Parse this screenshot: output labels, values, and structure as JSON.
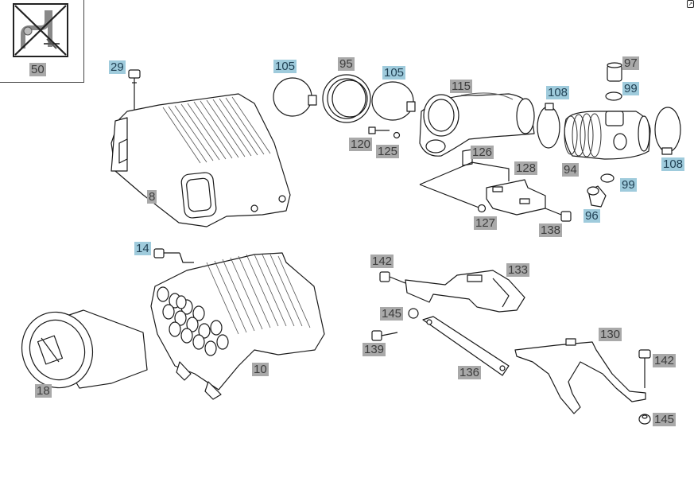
{
  "colors": {
    "highlight": "#9fcbdc",
    "standard": "#a9a9a9",
    "line": "#1a1a1a"
  },
  "icons": {
    "inset": "no-hose-symbol-icon",
    "corner": "export-icon"
  },
  "callouts": [
    {
      "id": "50",
      "text": "50",
      "highlight": false
    },
    {
      "id": "29",
      "text": "29",
      "highlight": true
    },
    {
      "id": "8",
      "text": "8",
      "highlight": false
    },
    {
      "id": "105a",
      "text": "105",
      "highlight": true
    },
    {
      "id": "95",
      "text": "95",
      "highlight": false
    },
    {
      "id": "105b",
      "text": "105",
      "highlight": true
    },
    {
      "id": "115",
      "text": "115",
      "highlight": false
    },
    {
      "id": "120",
      "text": "120",
      "highlight": false
    },
    {
      "id": "125",
      "text": "125",
      "highlight": false
    },
    {
      "id": "126",
      "text": "126",
      "highlight": false
    },
    {
      "id": "128",
      "text": "128",
      "highlight": false
    },
    {
      "id": "127",
      "text": "127",
      "highlight": false
    },
    {
      "id": "138",
      "text": "138",
      "highlight": false
    },
    {
      "id": "97",
      "text": "97",
      "highlight": false
    },
    {
      "id": "99a",
      "text": "99",
      "highlight": true
    },
    {
      "id": "108a",
      "text": "108",
      "highlight": true
    },
    {
      "id": "108b",
      "text": "108",
      "highlight": true
    },
    {
      "id": "94",
      "text": "94",
      "highlight": false
    },
    {
      "id": "99b",
      "text": "99",
      "highlight": true
    },
    {
      "id": "96",
      "text": "96",
      "highlight": true
    },
    {
      "id": "14",
      "text": "14",
      "highlight": true
    },
    {
      "id": "10",
      "text": "10",
      "highlight": false
    },
    {
      "id": "18",
      "text": "18",
      "highlight": false
    },
    {
      "id": "142a",
      "text": "142",
      "highlight": false
    },
    {
      "id": "133",
      "text": "133",
      "highlight": false
    },
    {
      "id": "145a",
      "text": "145",
      "highlight": false
    },
    {
      "id": "139",
      "text": "139",
      "highlight": false
    },
    {
      "id": "136",
      "text": "136",
      "highlight": false
    },
    {
      "id": "130",
      "text": "130",
      "highlight": false
    },
    {
      "id": "142b",
      "text": "142",
      "highlight": false
    },
    {
      "id": "145b",
      "text": "145",
      "highlight": false
    }
  ]
}
